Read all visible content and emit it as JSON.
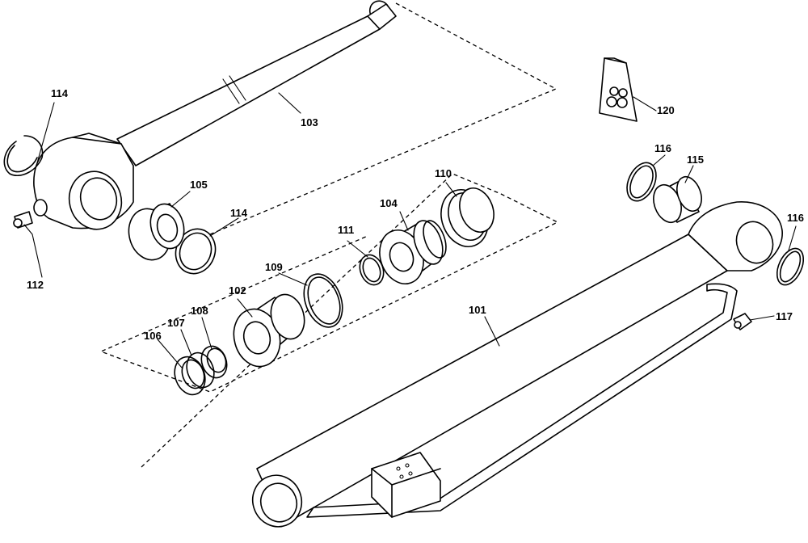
{
  "labels": {
    "p101": "101",
    "p102": "102",
    "p103": "103",
    "p104": "104",
    "p105": "105",
    "p106": "106",
    "p107": "107",
    "p108": "108",
    "p109": "109",
    "p110": "110",
    "p111": "111",
    "p112": "112",
    "p114a": "114",
    "p114b": "114",
    "p115": "115",
    "p116a": "116",
    "p116b": "116",
    "p117": "117",
    "p120": "120"
  }
}
